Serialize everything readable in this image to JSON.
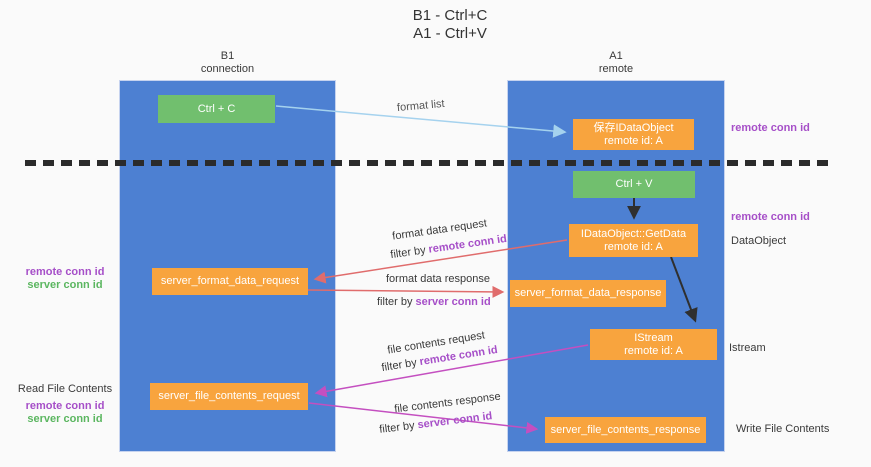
{
  "title": {
    "line1": "B1 - Ctrl+C",
    "line2": "A1 - Ctrl+V"
  },
  "columns": {
    "left": {
      "name": "B1",
      "role": "connection"
    },
    "right": {
      "name": "A1",
      "role": "remote"
    }
  },
  "nodes": {
    "ctrl_c": {
      "label": "Ctrl + C"
    },
    "save_dataobject": {
      "line1": "保存IDataObject",
      "line2": "remote id: A"
    },
    "ctrl_v": {
      "label": "Ctrl + V"
    },
    "getdata": {
      "line1": "IDataObject::GetData",
      "line2": "remote id: A"
    },
    "server_format_data_request": {
      "label": "server_format_data_request"
    },
    "server_format_data_response": {
      "label": "server_format_data_response"
    },
    "istream": {
      "line1": "IStream",
      "line2": "remote id: A"
    },
    "server_file_contents_request": {
      "label": "server_file_contents_request"
    },
    "server_file_contents_response": {
      "label": "server_file_contents_response"
    }
  },
  "arrow_labels": {
    "format_list": "format list",
    "format_data_request": "format data request",
    "format_data_response": "format data response",
    "file_contents_request": "file contents request",
    "file_contents_response": "file contents response",
    "filter_by": "filter by ",
    "remote_conn_id": "remote conn id",
    "server_conn_id": "server conn id"
  },
  "side_labels": {
    "remote_conn_id": "remote conn id",
    "server_conn_id": "server conn id",
    "read_file_contents": "Read File Contents",
    "write_file_contents": "Write File Contents",
    "dataobject": "DataObject",
    "istream": "Istream"
  },
  "colors": {
    "lane_blue": "#4d80d2",
    "node_orange": "#f8a43e",
    "node_green": "#71bf6e",
    "arrow_light_blue": "#a5d2ee",
    "arrow_salmon": "#e06c6c",
    "arrow_magenta": "#c44fc0",
    "arrow_black": "#2f2f2f",
    "text_purple": "#a64fc8",
    "text_green": "#5bb660"
  }
}
